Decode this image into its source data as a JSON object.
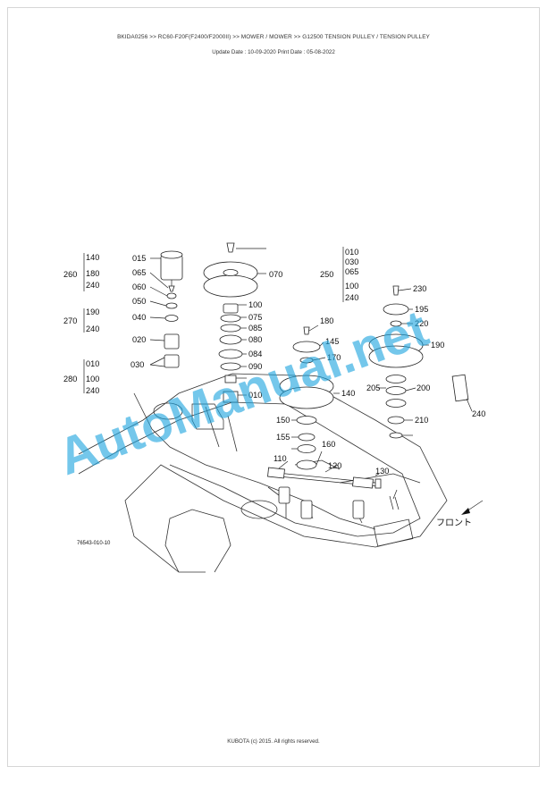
{
  "header": {
    "breadcrumb": "BKIDA0256 >> RC60-F20F(F2400/F2000II) >> MOWER / MOWER >> G12500   TENSION PULLEY / TENSION PULLEY",
    "dates": "Update Date : 10-09-2020   Print Date : 05-08-2022"
  },
  "diagram": {
    "front_label": "フロント",
    "drawing_number": "76543-010-10",
    "watermark": "AutoManual.net",
    "part_labels": [
      "015",
      "065",
      "060",
      "050",
      "040",
      "020",
      "030",
      "070",
      "100",
      "075",
      "085",
      "080",
      "084",
      "090",
      "010",
      "180",
      "145",
      "170",
      "140",
      "150",
      "155",
      "160",
      "110",
      "120",
      "130",
      "230",
      "195",
      "220",
      "190",
      "205",
      "200",
      "210",
      "240"
    ],
    "groups": [
      {
        "main": "260",
        "items": [
          "140",
          "180",
          "240"
        ]
      },
      {
        "main": "270",
        "items": [
          "190",
          "240"
        ]
      },
      {
        "main": "280",
        "items": [
          "010",
          "100",
          "240"
        ]
      },
      {
        "main": "250",
        "items": [
          "010",
          "030",
          "065",
          "100",
          "240"
        ]
      }
    ]
  },
  "footer": {
    "copyright": "KUBOTA (c) 2015. All rights reserved."
  }
}
